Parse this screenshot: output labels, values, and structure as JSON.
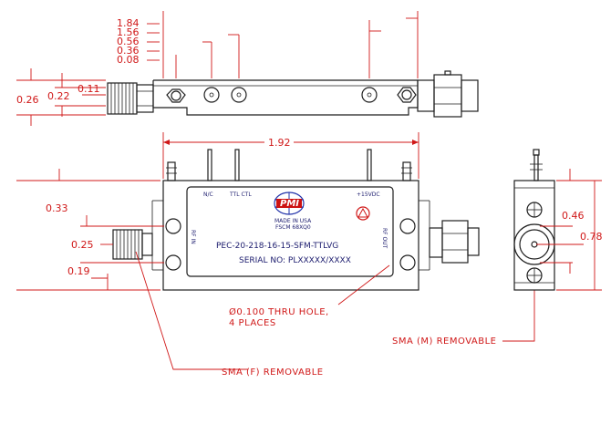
{
  "top_dims": [
    "1.84",
    "1.56",
    "0.56",
    "0.36",
    "0.08"
  ],
  "side_dims": {
    "d011": "0.11",
    "d022": "0.22",
    "d026": "0.26"
  },
  "length_dim": "1.92",
  "front_dims": {
    "d033": "0.33",
    "d025": "0.25",
    "d019": "0.19"
  },
  "end_dims": {
    "d046": "0.46",
    "d078": "0.78"
  },
  "labels": {
    "nc": "N/C",
    "ttl": "TTL CTL",
    "v15": "+15VDC",
    "rf_in": "RF IN",
    "rf_out": "RF OUT",
    "made_in": "MADE IN USA",
    "fscm": "FSCM 68XQ0",
    "logo": "PMI",
    "part_number": "PEC-20-218-16-15-SFM-TTLVG",
    "serial": "SERIAL NO: PLXXXXX/XXXX"
  },
  "notes": {
    "hole_line1": "Ø0.100 THRU HOLE,",
    "hole_line2": "4 PLACES",
    "sma_m": "SMA (M) REMOVABLE",
    "sma_f": "SMA (F) REMOVABLE"
  },
  "colors": {
    "dimension": "#d01818",
    "line": "#1e1e1e",
    "label": "#1c1c6e",
    "logo_blue": "#2233aa",
    "logo_red": "#cc1111"
  }
}
